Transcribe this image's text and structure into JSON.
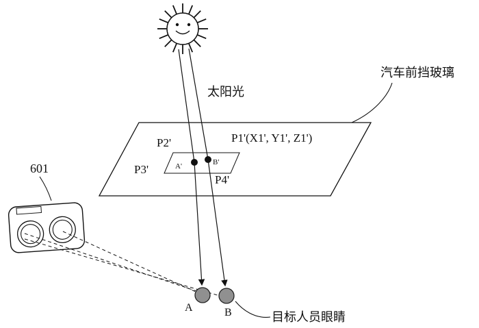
{
  "figure": {
    "description": "patent-style diagram of sunlight passing through a car windshield to a person's eyes, observed by a camera device",
    "labels": {
      "sunlight": "太阳光",
      "windshield": "汽车前挡玻璃",
      "p1": "P1'(X1', Y1', Z1')",
      "p2": "P2'",
      "p3": "P3'",
      "p4": "P4'",
      "a_prime": "A'",
      "b_prime": "B'",
      "device": "601",
      "eye_a": "A",
      "eye_b": "B",
      "eyes": "目标人员眼睛"
    },
    "colors": {
      "line": "#111111",
      "eye_fill": "#909090",
      "background": "#ffffff"
    }
  }
}
